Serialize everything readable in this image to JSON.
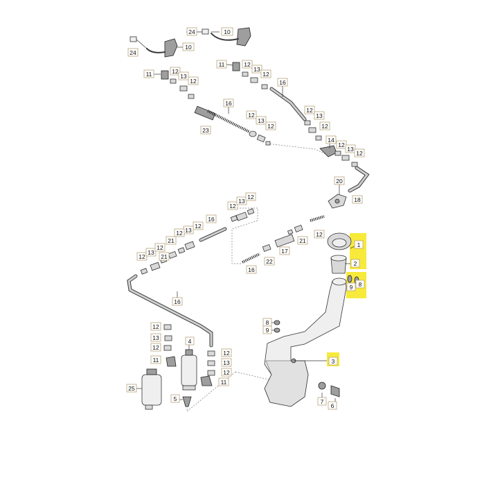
{
  "colors": {
    "highlight": "#f7ea3a",
    "line": "#333333",
    "part_fill": "#d9d9d9",
    "callout_border": "#b8a37a"
  },
  "highlighted_callouts": [
    "1",
    "2",
    "8",
    "9",
    "3"
  ],
  "callouts": {
    "c24a": "24",
    "c10a": "10",
    "c24b": "24",
    "c10b": "10",
    "c11a": "11",
    "c12a": "12",
    "c13a": "13",
    "c12b": "12",
    "c16a": "16",
    "c23": "23",
    "c12c": "12",
    "c13b": "13",
    "c12d": "12",
    "c11b": "11",
    "c12e": "12",
    "c13c": "13",
    "c12f": "12",
    "c16b": "16",
    "c12g": "12",
    "c13d": "13",
    "c12h": "12",
    "c14": "14",
    "c12i": "12",
    "c13e": "13",
    "c12j": "12",
    "c20": "20",
    "c18": "18",
    "c12k": "12",
    "c13f": "13",
    "c12l": "12",
    "c16c": "16",
    "c12m": "12",
    "c13g": "13",
    "c21a": "21",
    "c12n": "12",
    "c12o": "12",
    "c13h": "13",
    "c21b": "21",
    "c12p": "12",
    "c12q": "12",
    "c21c": "21",
    "c17": "17",
    "c22": "22",
    "c16d": "16",
    "c1": "1",
    "c2": "2",
    "c9": "9",
    "c8a": "8",
    "c16e": "16",
    "c12r": "12",
    "c13i": "13",
    "c12s": "12",
    "c11c": "11",
    "c4": "4",
    "c12t": "12",
    "c13j": "13",
    "c12u": "12",
    "c11d": "11",
    "c25": "25",
    "c5": "5",
    "c8b": "8",
    "c9b": "9",
    "c3": "3",
    "c7": "7",
    "c6": "6"
  }
}
